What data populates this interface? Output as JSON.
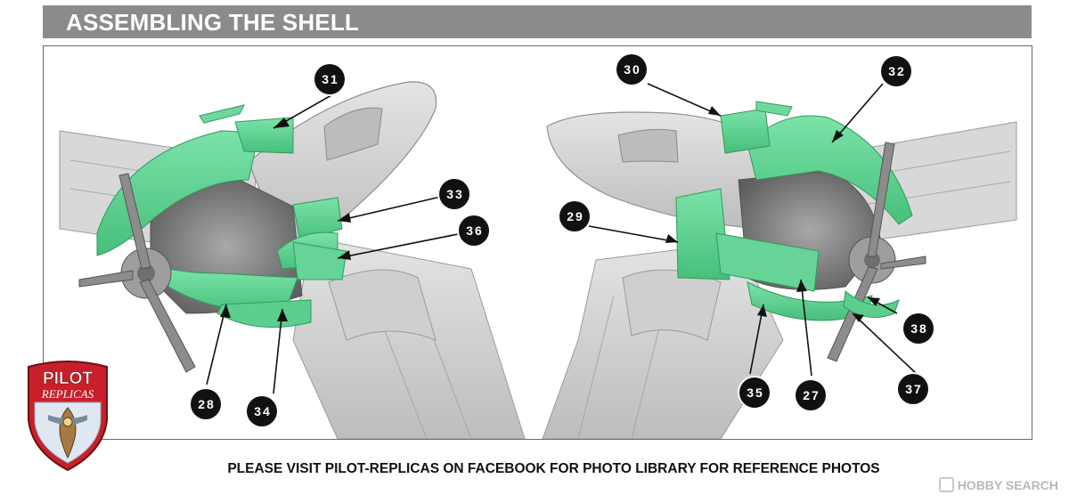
{
  "header": {
    "title": "ASSEMBLING THE SHELL"
  },
  "callouts": [
    {
      "id": "31",
      "label": "31"
    },
    {
      "id": "33",
      "label": "33"
    },
    {
      "id": "36",
      "label": "36"
    },
    {
      "id": "28",
      "label": "28"
    },
    {
      "id": "34",
      "label": "34"
    },
    {
      "id": "30",
      "label": "30"
    },
    {
      "id": "32",
      "label": "32"
    },
    {
      "id": "29",
      "label": "29"
    },
    {
      "id": "35",
      "label": "35"
    },
    {
      "id": "27",
      "label": "27"
    },
    {
      "id": "38",
      "label": "38"
    },
    {
      "id": "37",
      "label": "37"
    }
  ],
  "footer": {
    "note": "PLEASE VISIT PILOT-REPLICAS ON FACEBOOK FOR PHOTO LIBRARY FOR REFERENCE PHOTOS"
  },
  "logo": {
    "line1": "PILOT",
    "line2": "REPLICAS"
  },
  "watermark": {
    "text": "HOBBY SEARCH"
  },
  "colors": {
    "header_bg": "#8b8b8b",
    "part_highlight": "#5fd391",
    "aircraft_gray": "#d4d4d4",
    "logo_red": "#c8202a"
  }
}
